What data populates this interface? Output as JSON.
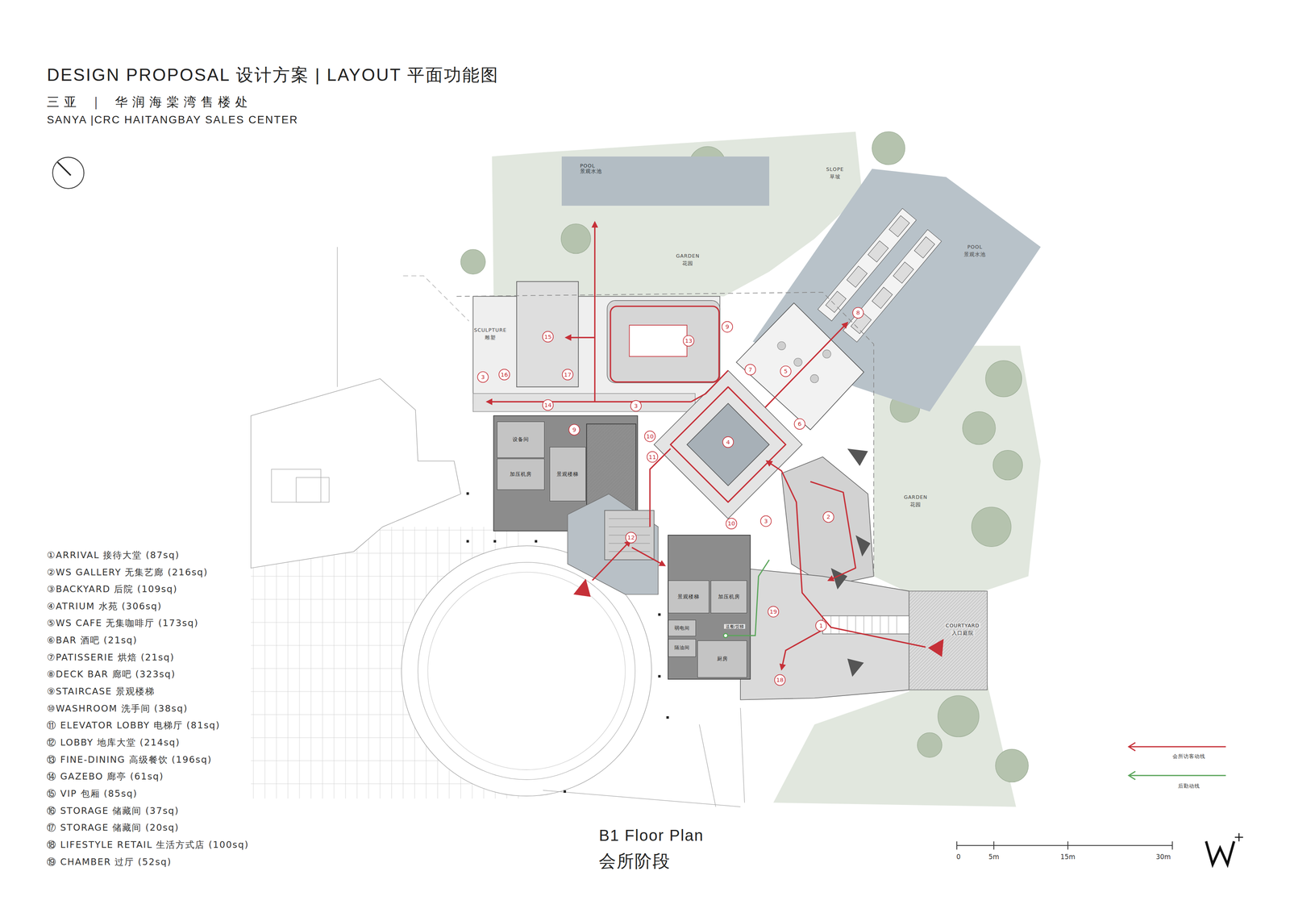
{
  "diagram": {
    "title": "DESIGN PROPOSAL 设计方案 | LAYOUT 平面功能图",
    "caption": "B1 Floor Plan",
    "nodes": [
      {
        "text": [
          "POOL",
          "景观水池"
        ]
      },
      {
        "text": [
          "设备间"
        ]
      },
      {
        "text": [
          "加压机房"
        ]
      },
      {
        "text": [
          "景观楼梯"
        ]
      },
      {
        "text": [
          "景观楼梯"
        ]
      },
      {
        "text": [
          "加压机房"
        ]
      },
      {
        "text": [
          "弱电间"
        ]
      },
      {
        "text": [
          "隔油间"
        ]
      },
      {
        "text": [
          "厨房"
        ]
      }
    ],
    "labels": [
      "三亚 ｜ 华润海棠湾售楼处",
      "SANYA |CRC HAITANGBAY SALES CENTER",
      "SLOPE",
      "草坡",
      "GARDEN",
      "花园",
      "SCULPTURE",
      "雕塑",
      "POOL",
      "景观水池",
      "GARDEN",
      "花园",
      "COURTYARD",
      "入口庭院",
      "送餐/货梯",
      "8",
      "9",
      "15",
      "13",
      "7",
      "5",
      "16",
      "17",
      "3",
      "14",
      "3",
      "6",
      "9",
      "10",
      "4",
      "11",
      "2",
      "3",
      "10",
      "12",
      "19",
      "1",
      "18",
      "①ARRIVAL 接待大堂 (87sq)",
      "②WS GALLERY 无集艺廊 (216sq)",
      "③BACKYARD 后院 (109sq)",
      "④ATRIUM 水苑 (306sq)",
      "⑤WS CAFE 无集咖啡厅 (173sq)",
      "⑥BAR 酒吧 (21sq)",
      "⑦PATISSERIE 烘焙 (21sq)",
      "⑧DECK BAR 廊吧 (323sq)",
      "⑨STAIRCASE 景观楼梯",
      "⑩WASHROOM 洗手间 (38sq)",
      "⑪ ELEVATOR LOBBY 电梯厅 (81sq)",
      "⑫ LOBBY 地库大堂 (214sq)",
      "⑬ FINE-DINING 高级餐饮 (196sq)",
      "⑭ GAZEBO 廊亭 (61sq)",
      "⑮ VIP 包厢 (85sq)",
      "⑯ STORAGE 储藏间 (37sq)",
      "⑰ STORAGE 储藏间 (20sq)",
      "⑱ LIFESTYLE RETAIL 生活方式店 (100sq)",
      "⑲ CHAMBER 过厅 (52sq)",
      "会所阶段",
      "0",
      "5m",
      "15m",
      "30m"
    ],
    "legend": [
      {
        "text": "会所访客动线"
      },
      {
        "text": "后勤动线"
      }
    ]
  }
}
